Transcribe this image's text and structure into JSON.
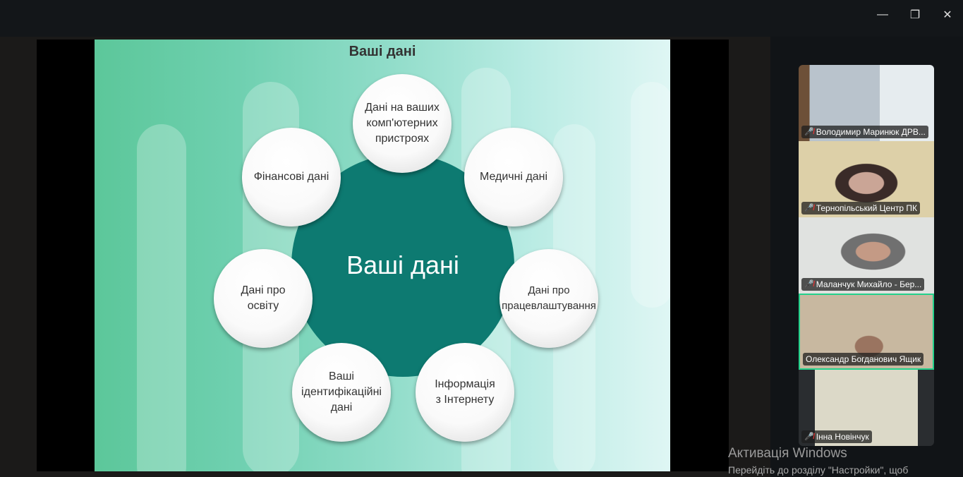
{
  "window": {
    "minimize": "—",
    "restore": "❐",
    "close": "✕"
  },
  "slide": {
    "title": "Ваші дані",
    "center": "Ваші дані",
    "bubbles": [
      "Дані на ваших\nкомп'ютерних\nпристроях",
      "Медичні дані",
      "Дані про\nпрацевлаштування",
      "Інформація\nз Інтернету",
      "Ваші\nідентифікаційні\nдані",
      "Дані про\nосвіту",
      "Фінансові дані"
    ]
  },
  "participants": [
    {
      "name": "Володимир Маринюк ДРВ...",
      "muted": true
    },
    {
      "name": "Тернопільський Центр ПК",
      "muted": true
    },
    {
      "name": "Маланчук Михайло - Бер...",
      "muted": true
    },
    {
      "name": "Олександр Богданович Ящик",
      "muted": false,
      "active": true
    },
    {
      "name": "Інна Новінчук",
      "muted": true
    }
  ],
  "activation": {
    "title": "Активація Windows",
    "subtitle": "Перейдіть до розділу \"Настройки\", щоб"
  },
  "colors": {
    "accent": "#23d18b",
    "teal": "#0d7a71"
  }
}
